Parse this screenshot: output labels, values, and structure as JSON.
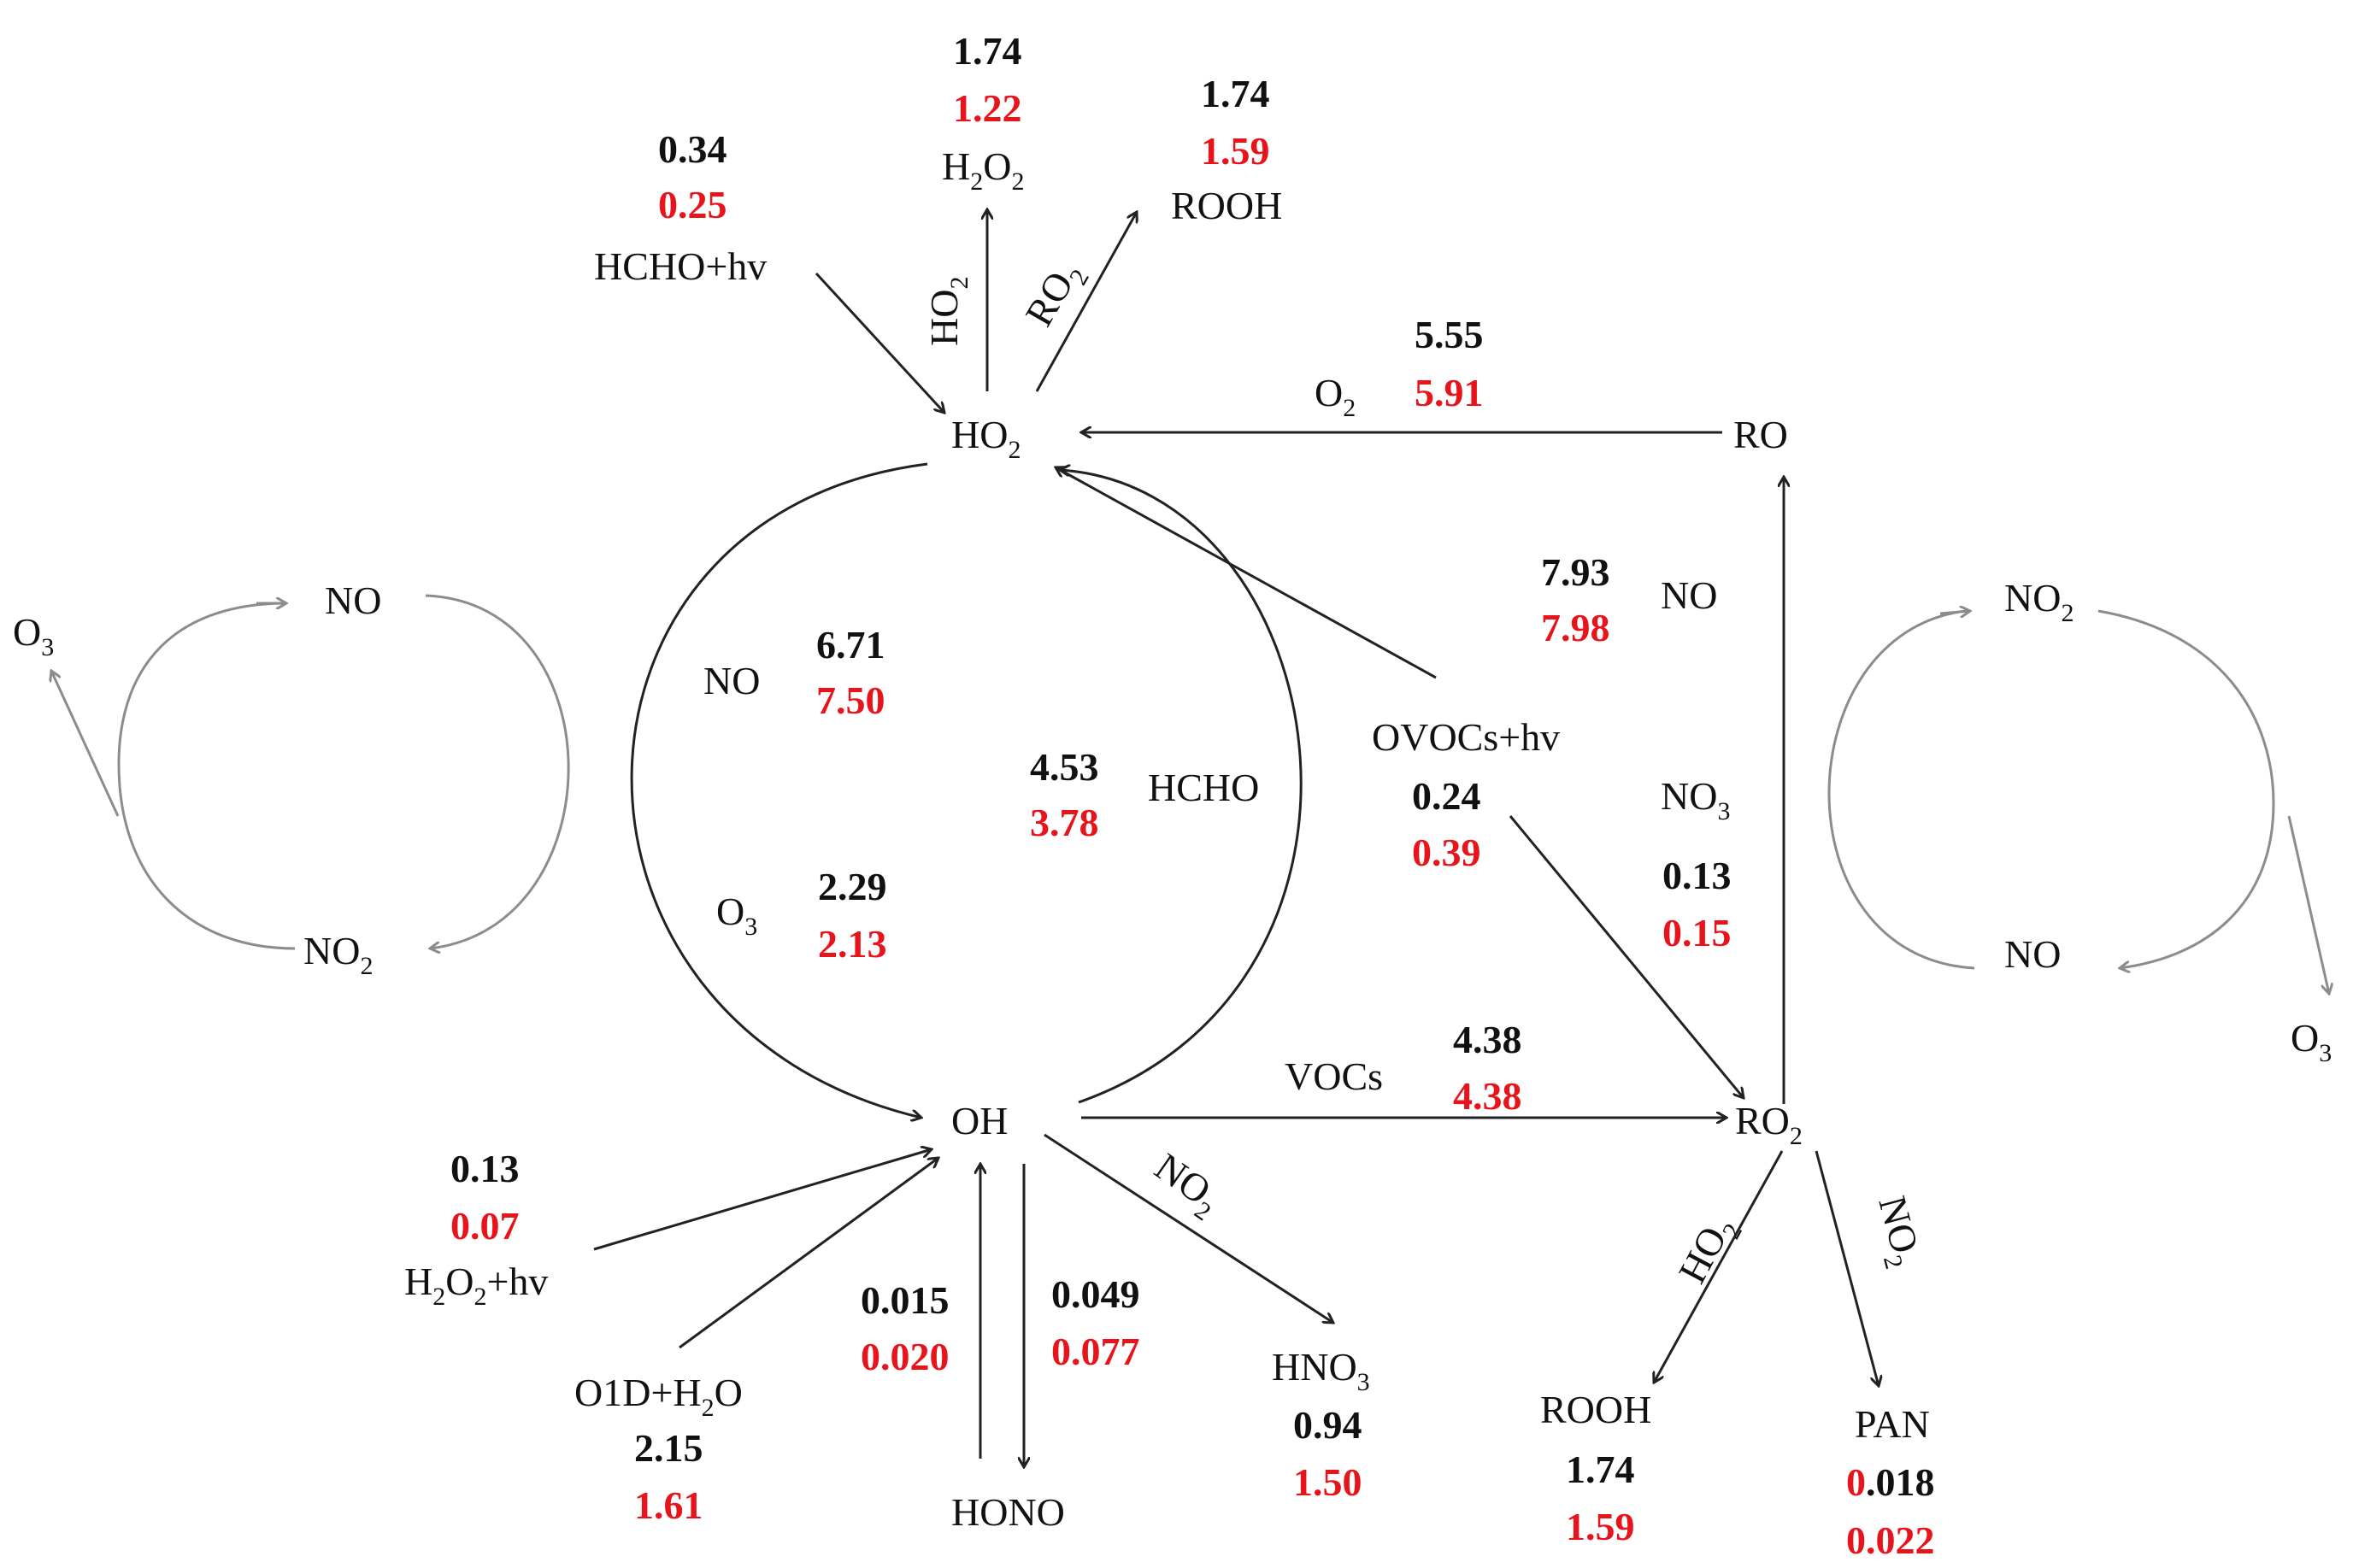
{
  "colors": {
    "line": "#222222",
    "cycle_line": "#8c8c8c",
    "value_black": "#111111",
    "value_red": "#e8141b"
  },
  "species": {
    "ho2": [
      "HO",
      "2"
    ],
    "oh": "OH",
    "ro": "RO",
    "ro2": [
      "RO",
      "2"
    ],
    "h2o2_top": [
      "H",
      "2",
      "O",
      "2"
    ],
    "rooh_top": "ROOH",
    "hcho_hv": "HCHO+hv",
    "ovocs_hv": "OVOCs+hv",
    "h2o2_hv": [
      "H",
      "2",
      "O",
      "2",
      "+hv"
    ],
    "o1d_h2o": [
      "O1D+H",
      "2",
      "O"
    ],
    "hono": "HONO",
    "hno3": [
      "HNO",
      "3"
    ],
    "rooh_bottom": "ROOH",
    "pan": "PAN"
  },
  "reaction_labels": {
    "ho2_self": [
      "HO",
      "2"
    ],
    "ro2_ho2": [
      "RO",
      "2"
    ],
    "o2": [
      "O",
      "2"
    ],
    "no_ro2": "NO",
    "no3": [
      "NO",
      "3"
    ],
    "no_ho2_oh": "NO",
    "o3_oh_ho2": [
      "O",
      "3"
    ],
    "hcho_oh": "HCHO",
    "vocs": "VOCs",
    "no2_oh": [
      "NO",
      "2"
    ],
    "ho2_ro2": [
      "HO",
      "2"
    ],
    "no2_ro2": [
      "NO",
      "2"
    ]
  },
  "values": {
    "hcho_hv": {
      "black": "0.34",
      "red": "0.25"
    },
    "h2o2_formation": {
      "black": "1.74",
      "red": "1.22"
    },
    "rooh_formation_ho2": {
      "black": "1.74",
      "red": "1.59"
    },
    "ro_o2": {
      "black": "5.55",
      "red": "5.91"
    },
    "ro2_no": {
      "black": "7.93",
      "red": "7.98"
    },
    "ho2_no": {
      "black": "6.71",
      "red": "7.50"
    },
    "oh_hcho": {
      "black": "4.53",
      "red": "3.78"
    },
    "oh_o3": {
      "black": "2.29",
      "red": "2.13"
    },
    "ovocs_hv": {
      "black": "0.24",
      "red": "0.39"
    },
    "ro2_no3": {
      "black": "0.13",
      "red": "0.15"
    },
    "oh_vocs": {
      "black": "4.38",
      "red": "4.38"
    },
    "h2o2_hv": {
      "black": "0.13",
      "red": "0.07"
    },
    "o1d_h2o": {
      "black": "2.15",
      "red": "1.61"
    },
    "hono_photolysis": {
      "black": "0.015",
      "red": "0.020"
    },
    "oh_no_hono": {
      "black": "0.049",
      "red": "0.077"
    },
    "hno3_formation": {
      "black": "0.94",
      "red": "1.50"
    },
    "rooh_formation_ro2": {
      "black": "1.74",
      "red": "1.59"
    },
    "pan_formation": {
      "black_lead_red": "0",
      "black": ".018",
      "red": "0.022"
    }
  },
  "left_cycle": {
    "top": "NO",
    "bottom": [
      "NO",
      "2"
    ],
    "side": [
      "O",
      "3"
    ]
  },
  "right_cycle": {
    "top": [
      "NO",
      "2"
    ],
    "bottom": "NO",
    "side": [
      "O",
      "3"
    ]
  }
}
